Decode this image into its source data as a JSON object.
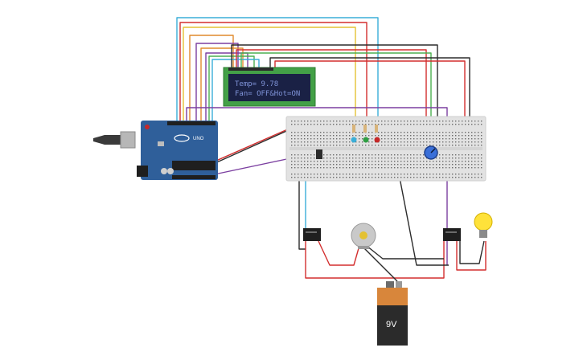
{
  "lcd": {
    "line1": "Temp= 9.78",
    "line2": "Fan= OFF&Hot=ON"
  },
  "arduino": {
    "model": "UNO"
  },
  "battery": {
    "label": "9V"
  },
  "colors": {
    "background": "#ffffff",
    "lcd_pcb": "#43a047",
    "lcd_screen": "#1a2145",
    "lcd_text": "#7f93d8",
    "arduino_board": "#2f5f9a",
    "breadboard": "#e2e2e2",
    "battery_body": "#2b2b2b",
    "battery_cap": "#d8863b",
    "bulb": "#ffe23a",
    "pot_knob": "#3a6fd8",
    "wire_red": "#d32f2f",
    "wire_black": "#2b2b2b",
    "wire_purple": "#7b3fa0",
    "wire_cyan": "#3aaed8",
    "wire_yellow": "#e3c133",
    "wire_orange": "#e08a2c",
    "wire_green": "#4caf50"
  },
  "components": [
    "arduino-uno",
    "usb-connector",
    "lcd-16x2",
    "breadboard",
    "potentiometer",
    "led-blue",
    "led-green",
    "led-red",
    "temperature-sensor",
    "relay-left",
    "relay-right",
    "dc-motor-fan",
    "light-bulb",
    "battery-9v"
  ]
}
